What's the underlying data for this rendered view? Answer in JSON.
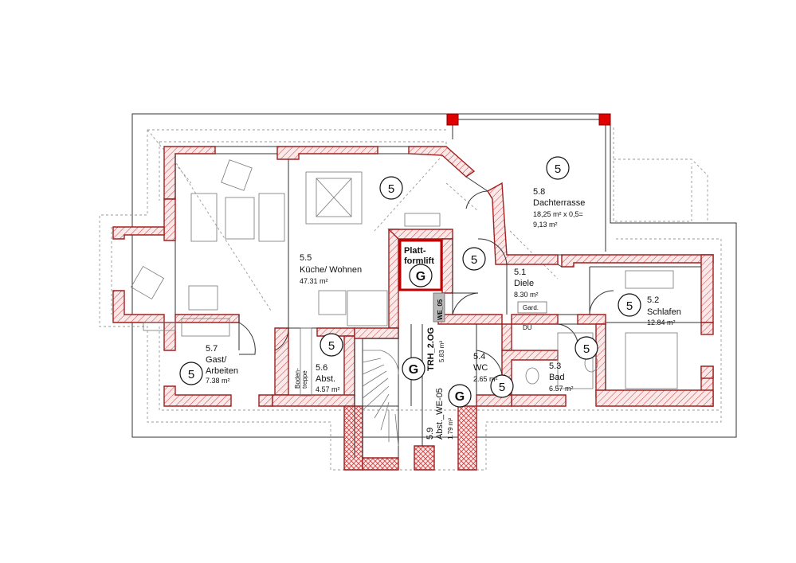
{
  "rooms": {
    "kueche": {
      "number": "5.5",
      "name": "Küche/ Wohnen",
      "area": "47.31 m²"
    },
    "diele": {
      "number": "5.1",
      "name": "Diele",
      "area": "8.30 m²"
    },
    "schlafen": {
      "number": "5.2",
      "name": "Schlafen",
      "area": "12.84 m²"
    },
    "bad": {
      "number": "5.3",
      "name": "Bad",
      "area": "6.57 m²"
    },
    "wc": {
      "number": "5.4",
      "name": "WC",
      "area": "2.65 m²"
    },
    "abst": {
      "number": "5.6",
      "name": "Abst.",
      "area": "4.57 m²"
    },
    "gast": {
      "number": "5.7",
      "name_line1": "Gast/",
      "name_line2": "Arbeiten",
      "area": "7.38 m²"
    },
    "dachterrasse": {
      "number": "5.8",
      "name": "Dachterrasse",
      "calc": "18,25 m² x 0,5=",
      "area": "9,13 m²"
    },
    "abst_we05": {
      "number": "5.9",
      "name": "Abst._WE-05",
      "area": "1.79 m²"
    },
    "trh": {
      "name": "TRH_2.OG",
      "area": "5.83 m²"
    }
  },
  "labels": {
    "plattformlift_line1": "Platt-",
    "plattformlift_line2": "formlift",
    "we05_tag": "WE_05",
    "garderobe": "Gard.",
    "dusche": "DU",
    "bodentreppe_line1": "Boden-",
    "bodentreppe_line2": "treppe"
  },
  "badges": {
    "apartment": "5",
    "common": "G"
  },
  "colors": {
    "wall_stroke": "#a02020",
    "wall_hatch": "#d23c3c",
    "column_fill": "#e00000",
    "lines": "#333333"
  }
}
